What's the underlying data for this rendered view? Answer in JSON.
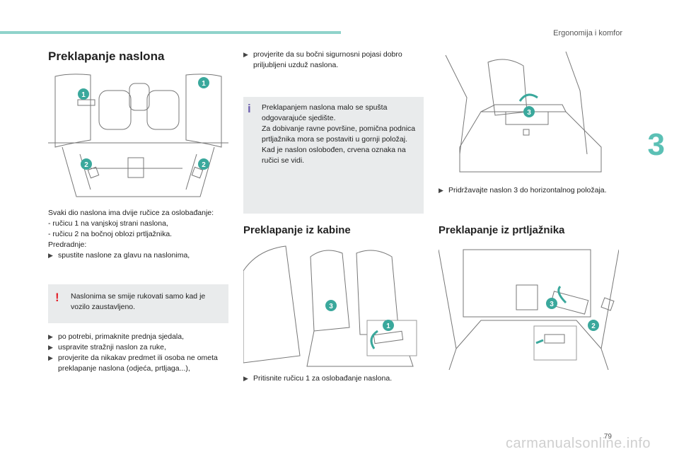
{
  "header": {
    "title": "Ergonomija i komfor",
    "chapter": "3"
  },
  "col1": {
    "title": "Preklapanje naslona",
    "figure_markers": [
      "1",
      "1",
      "2",
      "2"
    ],
    "intro": [
      "Svaki dio naslona ima dvije ručice za oslobađanje:",
      "- ručicu 1 na vanjskoj strani naslona,",
      "- ručicu 2 na bočnoj oblozi prtljažnika.",
      "Predradnje:"
    ],
    "bullet_pre": "spustite naslone za glavu na naslonima,",
    "warning": "Naslonima se smije rukovati samo kad je vozilo zaustavljeno.",
    "bullets": [
      "po potrebi, primaknite prednja sjedala,",
      "uspravite stražnji naslon za ruke,",
      "provjerite da nikakav predmet ili osoba ne ometa preklapanje naslona (odjeća, prtljaga...),"
    ]
  },
  "col2": {
    "bullet_top": "provjerite da su bočni sigurnosni pojasi dobro priljubljeni uzduž naslona.",
    "info": "Preklapanjem naslona malo se spušta odgovarajuće sjedište.\nZa dobivanje ravne površine, pomična podnica prtljažnika mora se postaviti u gornji položaj.\nKad je naslon oslobođen, crvena oznaka na ručici se vidi.",
    "section_title": "Preklapanje iz kabine",
    "figure_markers": [
      "3",
      "1"
    ],
    "bullet_bottom": "Pritisnite ručicu 1 za oslobađanje naslona."
  },
  "col3": {
    "figure_markers": [
      "3"
    ],
    "bullet_top": "Pridržavajte naslon 3 do horizontalnog položaja.",
    "section_title": "Preklapanje iz prtljažnika",
    "figure2_markers": [
      "3",
      "2"
    ]
  },
  "footer": {
    "page_number": "79",
    "watermark": "carmanualsonline.info"
  },
  "colors": {
    "accent": "#5bc0b5",
    "marker": "#3aa89c",
    "warning": "#e3222b",
    "info": "#6d5fb0",
    "box": "#e9ebec"
  }
}
